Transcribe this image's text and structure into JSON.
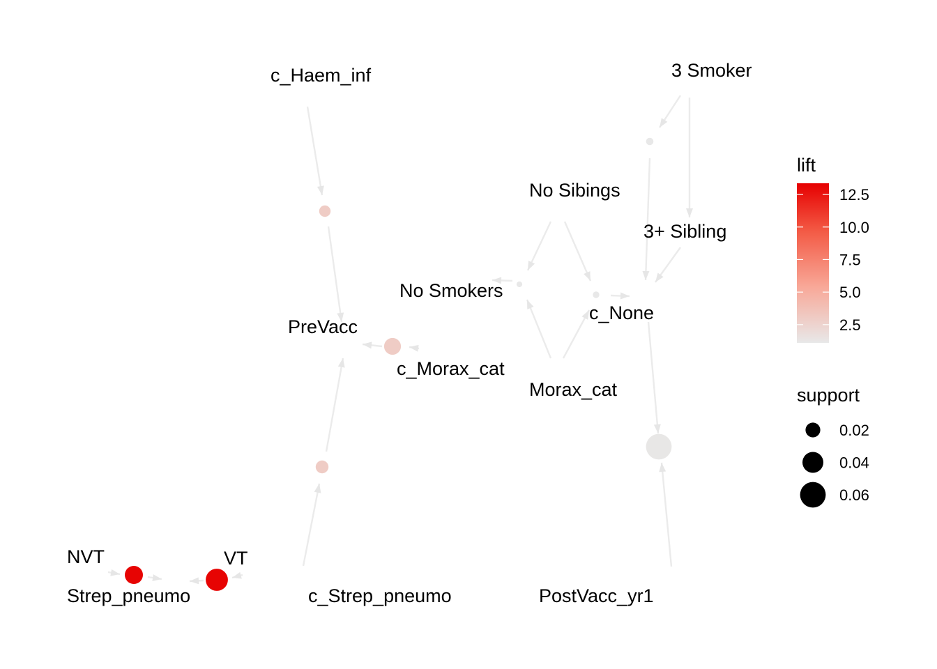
{
  "items": {
    "c_haem_inf": "c_Haem_inf",
    "three_smoker": "3 Smoker",
    "no_sibings": "No Sibings",
    "three_plus_sibling": "3+ Sibling",
    "no_smokers": "No Smokers",
    "c_none": "c_None",
    "prevacc": "PreVacc",
    "c_morax_cat": "c_Morax_cat",
    "morax_cat": "Morax_cat",
    "nvt": "NVT",
    "vt": "VT",
    "strep_pneumo": "Strep_pneumo",
    "c_strep_pneumo": "c_Strep_pneumo",
    "postvacc_yr1": "PostVacc_yr1"
  },
  "rules": [
    {
      "id": "r1",
      "lhs": [
        "c_Haem_inf"
      ],
      "rhs": "PreVacc",
      "lift": 3.0,
      "support": 0.012
    },
    {
      "id": "r2",
      "lhs": [
        "c_Morax_cat"
      ],
      "rhs": "PreVacc",
      "lift": 3.0,
      "support": 0.026
    },
    {
      "id": "r3",
      "lhs": [
        "c_Strep_pneumo"
      ],
      "rhs": "PreVacc",
      "lift": 3.0,
      "support": 0.015
    },
    {
      "id": "r4",
      "lhs": [
        "No Sibings",
        "Morax_cat"
      ],
      "rhs": "No Smokers",
      "lift": 1.1,
      "support": 0.003
    },
    {
      "id": "r5",
      "lhs": [
        "No Sibings",
        "Morax_cat"
      ],
      "rhs": "c_None",
      "lift": 1.1,
      "support": 0.004
    },
    {
      "id": "r6",
      "lhs": [
        "3 Smoker"
      ],
      "rhs": "c_None",
      "lift": 1.1,
      "support": 0.005
    },
    {
      "id": "r7",
      "lhs": [
        "PostVacc_yr1",
        "c_None"
      ],
      "rhs": "",
      "lift": 1.2,
      "support": 0.06
    },
    {
      "id": "r8",
      "lhs": [
        "NVT"
      ],
      "rhs": "Strep_pneumo",
      "lift": 13.2,
      "support": 0.03
    },
    {
      "id": "r9",
      "lhs": [
        "VT"
      ],
      "rhs": "Strep_pneumo",
      "lift": 13.2,
      "support": 0.045
    }
  ],
  "legend": {
    "lift_title": "lift",
    "lift_ticks": [
      "12.5",
      "10.0",
      "7.5",
      "5.0",
      "2.5"
    ],
    "lift_tick_values": [
      12.5,
      10.0,
      7.5,
      5.0,
      2.5
    ],
    "lift_range": [
      1.1,
      13.36
    ],
    "support_title": "support",
    "support_ticks": [
      "0.02",
      "0.04",
      "0.06"
    ],
    "support_values": [
      0.02,
      0.04,
      0.06
    ]
  },
  "colors": {
    "low": "#e8e8e8",
    "high": "#e60000",
    "edge": "#ebebeb"
  }
}
